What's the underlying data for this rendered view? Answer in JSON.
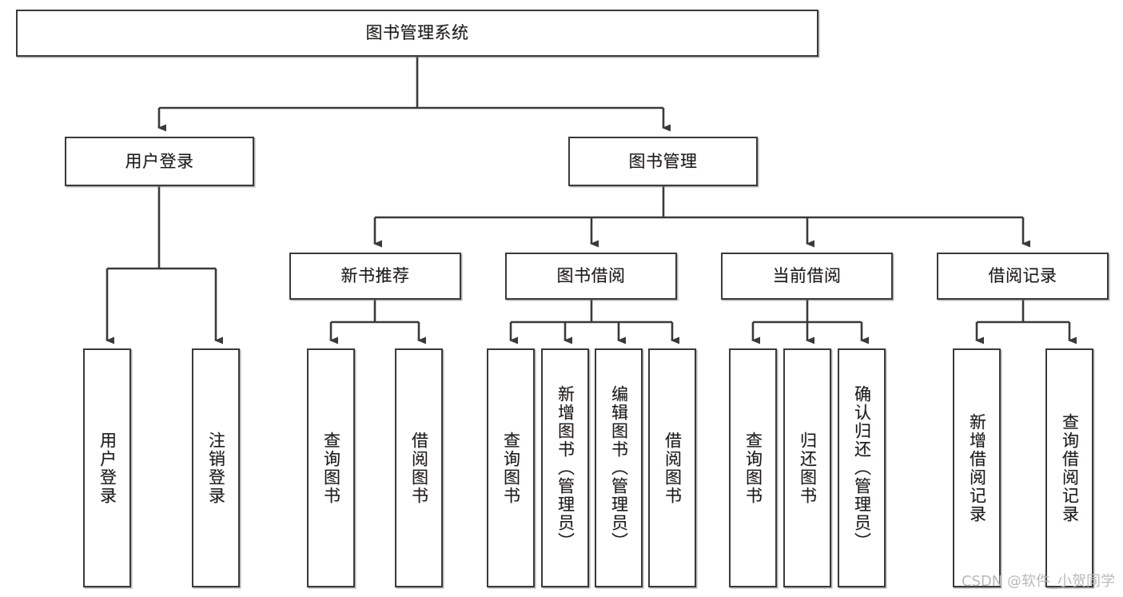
{
  "diagram": {
    "title_node": {
      "id": "root",
      "label": "图书管理系统"
    },
    "level2": [
      {
        "id": "user-login",
        "label": "用户登录"
      },
      {
        "id": "book-manage",
        "label": "图书管理"
      }
    ],
    "level3": [
      {
        "id": "new-book-rec",
        "label": "新书推荐"
      },
      {
        "id": "book-borrow",
        "label": "图书借阅"
      },
      {
        "id": "current-borrow",
        "label": "当前借阅"
      },
      {
        "id": "borrow-record",
        "label": "借阅记录"
      }
    ],
    "leaves": [
      {
        "id": "leaf-user-login",
        "label": "用户登录",
        "parent": "user-login"
      },
      {
        "id": "leaf-logout-login",
        "label": "注销登录",
        "parent": "user-login"
      },
      {
        "id": "leaf-query-book-1",
        "label": "查询图书",
        "parent": "new-book-rec"
      },
      {
        "id": "leaf-borrow-book-1",
        "label": "借阅图书",
        "parent": "new-book-rec"
      },
      {
        "id": "leaf-query-book-2",
        "label": "查询图书",
        "parent": "book-borrow"
      },
      {
        "id": "leaf-add-book",
        "label": "新增图书（管理员）",
        "parent": "book-borrow"
      },
      {
        "id": "leaf-edit-book",
        "label": "编辑图书（管理员）",
        "parent": "book-borrow"
      },
      {
        "id": "leaf-borrow-book-2",
        "label": "借阅图书",
        "parent": "book-borrow"
      },
      {
        "id": "leaf-query-book-3",
        "label": "查询图书",
        "parent": "current-borrow"
      },
      {
        "id": "leaf-return-book",
        "label": "归还图书",
        "parent": "current-borrow"
      },
      {
        "id": "leaf-confirm-return",
        "label": "确认归还（管理员）",
        "parent": "current-borrow"
      },
      {
        "id": "leaf-add-record",
        "label": "新增借阅记录",
        "parent": "borrow-record"
      },
      {
        "id": "leaf-query-record",
        "label": "查询借阅记录",
        "parent": "borrow-record"
      }
    ],
    "colors": {
      "stroke": "#3a3a3a",
      "box_fill": "#ffffff",
      "text": "#1b1b1b",
      "watermark": "#b9b9b9"
    }
  },
  "watermark": {
    "text": "CSDN @软件_小贺同学"
  }
}
